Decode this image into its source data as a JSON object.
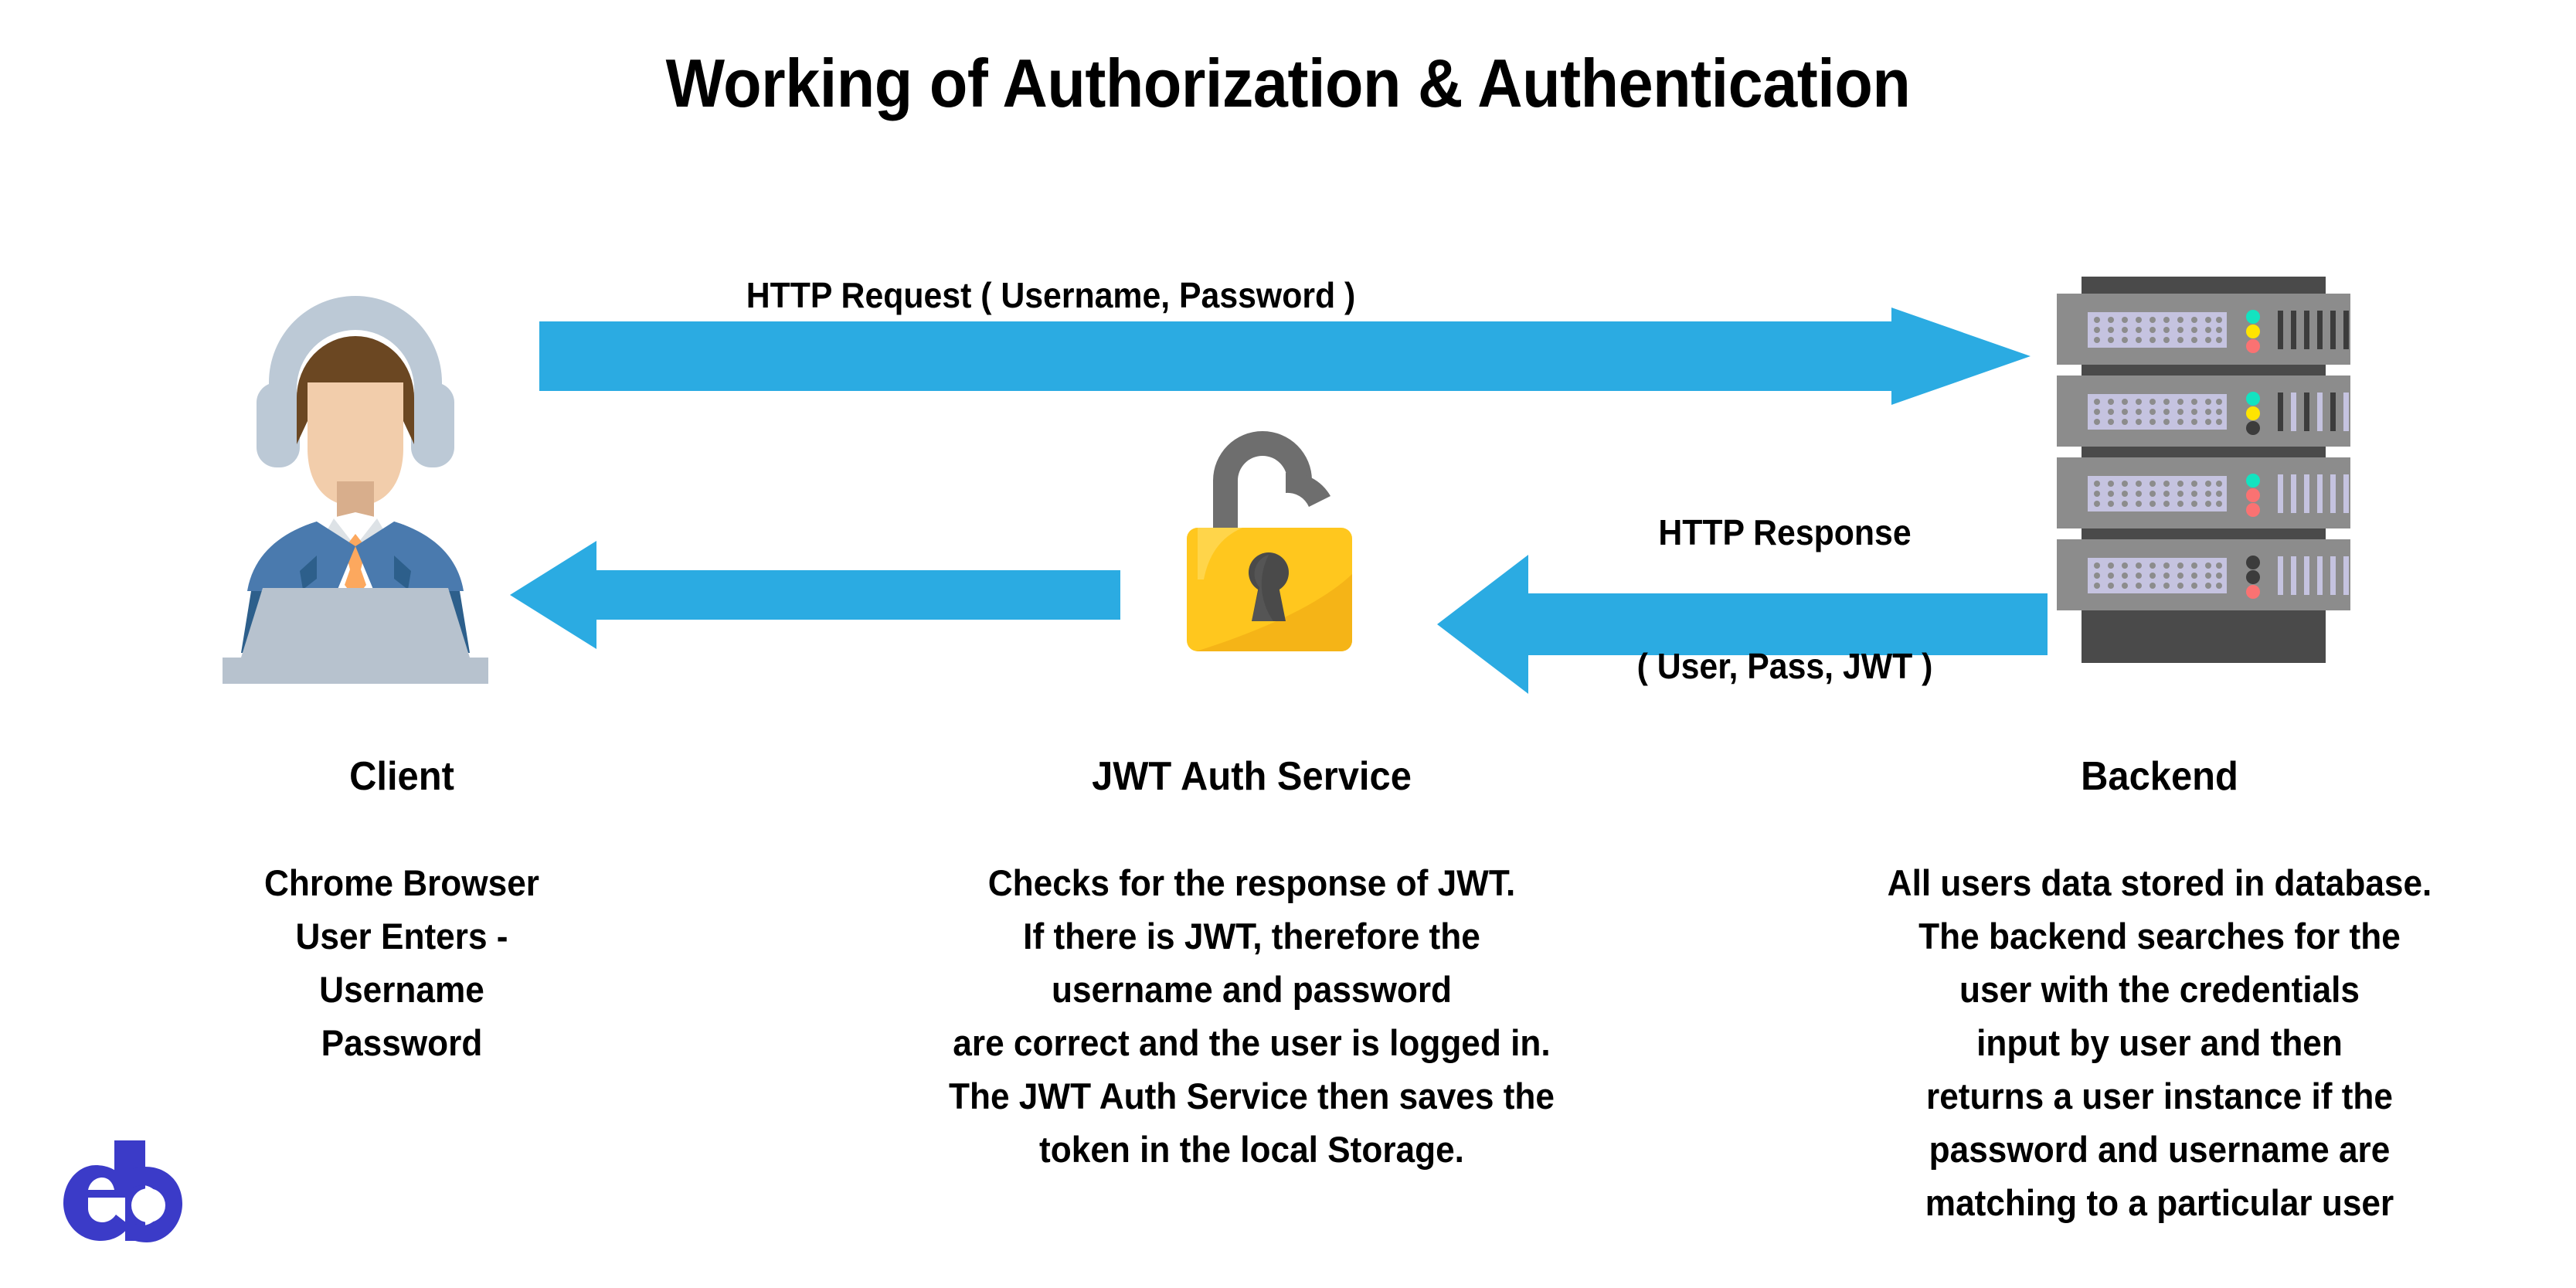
{
  "page": {
    "title": "Working of Authorization & Authentication",
    "background_color": "#ffffff",
    "text_color": "#000000"
  },
  "colors": {
    "arrow_blue": "#2BABE2",
    "lock_yellow": "#FFC71E",
    "lock_yellow_light": "#FFD54A",
    "lock_yellow_dark": "#F5B417",
    "lock_shackle_grey": "#6E6E6E",
    "keyhole_grey": "#4A4A4A",
    "server_body_grey": "#8C8C8C",
    "server_frame_dark": "#4A4A4A",
    "server_panel_lilac": "#C5C3E0",
    "led_cyan": "#13E3C0",
    "led_yellow": "#FFE400",
    "led_red": "#FA7272",
    "led_off": "#3C3C3C",
    "suit_blue": "#4A7AAE",
    "suit_blue_dark": "#2D5F8B",
    "skin": "#F2CDAB",
    "skin_shadow": "#D8AE8C",
    "hair_brown": "#6B4722",
    "headset_grey": "#BCC9D6",
    "laptop_grey": "#B7C2CE",
    "tie_orange": "#FCA85E",
    "shirt_white": "#FFFFFF",
    "logo_purple": "#3B3BC8"
  },
  "arrows": {
    "request": {
      "label": "HTTP Request ( Username, Password )",
      "direction": "right",
      "from": "Client",
      "to": "Backend"
    },
    "response": {
      "label": "HTTP Response",
      "payload_label": "( User, Pass, JWT )",
      "direction": "left",
      "from": "Backend",
      "to": "JWT Auth Service"
    },
    "lock_to_client": {
      "direction": "left",
      "from": "JWT Auth Service",
      "to": "Client"
    }
  },
  "columns": {
    "client": {
      "heading": "Client",
      "icon": "person-with-headset-at-laptop",
      "lines": [
        "Chrome Browser",
        "User Enters -",
        "Username",
        "Password"
      ]
    },
    "jwt": {
      "heading": "JWT Auth Service",
      "icon": "open-padlock",
      "lines": [
        "Checks for the response of JWT.",
        "If there is JWT, therefore the",
        "username and password",
        "are correct and the user is logged in.",
        "The JWT Auth Service then saves the",
        "token in the local Storage."
      ]
    },
    "backend": {
      "heading": "Backend",
      "icon": "server-rack",
      "lines": [
        "All users data stored in database.",
        "The backend searches for the",
        "user with the credentials",
        "input by user and then",
        "returns a user instance if the",
        "password and username are",
        "matching to a particular user"
      ]
    }
  },
  "server": {
    "unit_count": 4,
    "units": [
      {
        "leds": [
          "cyan",
          "yellow",
          "red"
        ]
      },
      {
        "leds": [
          "cyan",
          "yellow",
          "off"
        ]
      },
      {
        "leds": [
          "cyan",
          "red",
          "red"
        ]
      },
      {
        "leds": [
          "off",
          "off",
          "red"
        ]
      }
    ]
  },
  "logo": {
    "name": "eb-logo",
    "text": "eb",
    "color": "#3B3BC8"
  }
}
